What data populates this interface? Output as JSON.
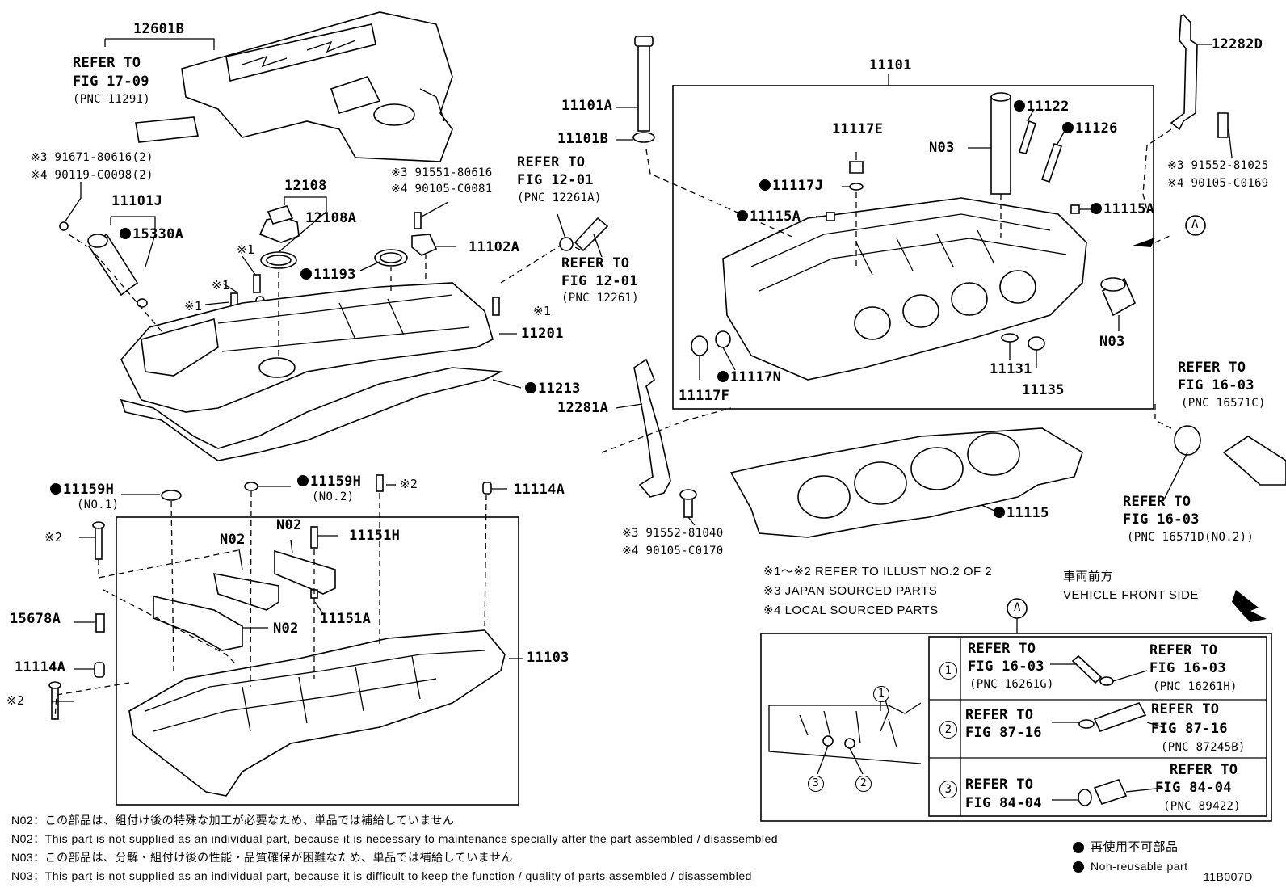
{
  "diagram_code": "11B007D",
  "callouts": {
    "p12601B": "12601B",
    "refer17": [
      "REFER TO",
      "FIG 17-09",
      "(PNC 11291)"
    ],
    "n3_91671": "※3 91671-80616(2)",
    "n4_90119": "※4 90119-C0098(2)",
    "p11101J": "11101J",
    "p15330A": "15330A",
    "p12108": "12108",
    "p12108A": "12108A",
    "n1_a": "※1",
    "n1_b": "※1",
    "n1_c": "※1",
    "n1_d": "※1",
    "p11193": "11193",
    "n3_91551": "※3 91551-80616",
    "n4_90105_0081": "※4 90105-C0081",
    "p11102A": "11102A",
    "p11201": "11201",
    "p11213": "11213",
    "p11101A": "11101A",
    "p11101B": "11101B",
    "refer12_a": [
      "REFER TO",
      "FIG 12-01",
      "(PNC 12261A)"
    ],
    "refer12_b": [
      "REFER TO",
      "FIG 12-01",
      "(PNC 12261)"
    ],
    "p11101": "11101",
    "p11117E": "11117E",
    "p11117J": "11117J",
    "p11115A_l": "11115A",
    "p11115A_r": "11115A",
    "pN03_top": "N03",
    "p11122": "11122",
    "p11126": "11126",
    "pN03_right": "N03",
    "p11117N": "11117N",
    "p11117F": "11117F",
    "p11131": "11131",
    "p11135": "11135",
    "p12282D": "12282D",
    "n3_91552_81025": "※3 91552-81025",
    "n4_90105_0169": "※4 90105-C0169",
    "circleA": "A",
    "refer16c": [
      "REFER TO",
      "FIG 16-03",
      "(PNC 16571C)"
    ],
    "refer16d": [
      "REFER TO",
      "FIG 16-03",
      "(PNC 16571D(NO.2))"
    ],
    "p12281A": "12281A",
    "n3_91552_81040": "※3 91552-81040",
    "n4_90105_0170": "※4 90105-C0170",
    "p11115": "11115",
    "p11159H_1": "11159H",
    "no1": "(NO.1)",
    "p11159H_2": "11159H",
    "no2": "(NO.2)",
    "n2_a": "※2",
    "n2_b": "※2",
    "n2_c": "※2",
    "p11114A_top": "11114A",
    "pN02_a": "N02",
    "pN02_b": "N02",
    "pN02_c": "N02",
    "p11151H": "11151H",
    "p11151A": "11151A",
    "p15678A": "15678A",
    "p11114A_l": "11114A",
    "p11103": "11103"
  },
  "legend": {
    "line1": "※1～※2  REFER TO ILLUST NO.2 OF 2",
    "line2": "※3  JAPAN SOURCED PARTS",
    "line3": "※4  LOCAL SOURCED PARTS",
    "front_jp": "車両前方",
    "front_en": "VEHICLE FRONT SIDE"
  },
  "detailA": {
    "label": "A",
    "rows": [
      {
        "num": "1",
        "left": [
          "REFER TO",
          "FIG 16-03",
          "(PNC 16261G)"
        ],
        "right": [
          "REFER TO",
          "FIG 16-03",
          "(PNC 16261H)"
        ]
      },
      {
        "num": "2",
        "left": [
          "REFER TO",
          "FIG 87-16"
        ],
        "right": [
          "REFER TO",
          "FIG 87-16",
          "(PNC 87245B)"
        ]
      },
      {
        "num": "3",
        "left": [
          "REFER TO",
          "FIG 84-04"
        ],
        "right": [
          "REFER TO",
          "FIG 84-04",
          "(PNC 89422)"
        ]
      }
    ],
    "inset_marks": [
      "1",
      "2",
      "3"
    ]
  },
  "notes": [
    "N02：この部品は、組付け後の特殊な加工が必要なため、単品では補給していません",
    "N02：This part is not supplied as an individual part, because it is necessary to maintenance specially after the part assembled / disassembled",
    "N03：この部品は、分解・組付け後の性能・品質確保が困難なため、単品では補給していません",
    "N03：This part is not supplied as an individual part, because it is difficult to keep the function / quality of parts  assembled / disassembled"
  ],
  "nonreusable": {
    "jp": "再使用不可部品",
    "en": "Non-reusable part"
  }
}
